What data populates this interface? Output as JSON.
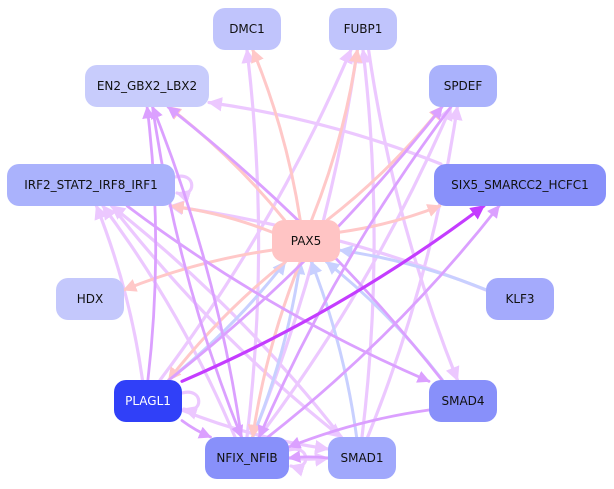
{
  "title": "Regulatory network",
  "colors": {
    "edge_pax5": "#ffc8c8",
    "edge_light": "#ecc8ff",
    "edge_mid": "#dba0ff",
    "edge_strong": "#c43cff",
    "edge_blue": "#c8d0ff",
    "label_dark": "#111111",
    "label_light": "#ffffff"
  },
  "nodes": [
    {
      "id": "DMC1",
      "label": "DMC1",
      "fill": "#c0c4fc"
    },
    {
      "id": "FUBP1",
      "label": "FUBP1",
      "fill": "#c0c4fc"
    },
    {
      "id": "EN2_GBX2_LBX2",
      "label": "EN2_GBX2_LBX2",
      "fill": "#c8ccfc"
    },
    {
      "id": "SPDEF",
      "label": "SPDEF",
      "fill": "#aab2fc"
    },
    {
      "id": "IRF2_STAT2_IRF8_IRF1",
      "label": "IRF2_STAT2_IRF8_IRF1",
      "fill": "#aab2fc"
    },
    {
      "id": "SIX5_SMARCC2_HCFC1",
      "label": "SIX5_SMARCC2_HCFC1",
      "fill": "#8890fa"
    },
    {
      "id": "PAX5",
      "label": "PAX5",
      "fill": "#ffc4c4"
    },
    {
      "id": "HDX",
      "label": "HDX",
      "fill": "#c4c8fc"
    },
    {
      "id": "KLF3",
      "label": "KLF3",
      "fill": "#a4aafc"
    },
    {
      "id": "PLAGL1",
      "label": "PLAGL1",
      "fill": "#3040f8"
    },
    {
      "id": "SMAD4",
      "label": "SMAD4",
      "fill": "#8890fa"
    },
    {
      "id": "NFIX_NFIB",
      "label": "NFIX_NFIB",
      "fill": "#8890fa"
    },
    {
      "id": "SMAD1",
      "label": "SMAD1",
      "fill": "#a0a8fc"
    }
  ],
  "edges": [
    {
      "from": "PAX5",
      "to": "DMC1",
      "kind": "pax5"
    },
    {
      "from": "PAX5",
      "to": "FUBP1",
      "kind": "pax5"
    },
    {
      "from": "PAX5",
      "to": "EN2_GBX2_LBX2",
      "kind": "pax5"
    },
    {
      "from": "PAX5",
      "to": "SPDEF",
      "kind": "pax5"
    },
    {
      "from": "PAX5",
      "to": "IRF2_STAT2_IRF8_IRF1",
      "kind": "pax5"
    },
    {
      "from": "PAX5",
      "to": "SIX5_SMARCC2_HCFC1",
      "kind": "pax5"
    },
    {
      "from": "PAX5",
      "to": "HDX",
      "kind": "pax5"
    },
    {
      "from": "PAX5",
      "to": "PLAGL1",
      "kind": "pax5"
    },
    {
      "from": "PAX5",
      "to": "NFIX_NFIB",
      "kind": "pax5"
    },
    {
      "from": "KLF3",
      "to": "PAX5",
      "kind": "blue"
    },
    {
      "from": "SMAD4",
      "to": "PAX5",
      "kind": "blue"
    },
    {
      "from": "SMAD1",
      "to": "PAX5",
      "kind": "blue"
    },
    {
      "from": "NFIX_NFIB",
      "to": "PAX5",
      "kind": "blue"
    },
    {
      "from": "PLAGL1",
      "to": "PAX5",
      "kind": "blue"
    },
    {
      "from": "PLAGL1",
      "to": "SIX5_SMARCC2_HCFC1",
      "kind": "strong"
    },
    {
      "from": "PLAGL1",
      "to": "SPDEF",
      "kind": "mid"
    },
    {
      "from": "SMAD4",
      "to": "EN2_GBX2_LBX2",
      "kind": "mid"
    },
    {
      "from": "NFIX_NFIB",
      "to": "EN2_GBX2_LBX2",
      "kind": "mid"
    },
    {
      "from": "PLAGL1",
      "to": "EN2_GBX2_LBX2",
      "kind": "mid"
    },
    {
      "from": "SIX5_SMARCC2_HCFC1",
      "to": "EN2_GBX2_LBX2",
      "kind": "light"
    },
    {
      "from": "NFIX_NFIB",
      "to": "DMC1",
      "kind": "light"
    },
    {
      "from": "NFIX_NFIB",
      "to": "FUBP1",
      "kind": "light"
    },
    {
      "from": "SMAD1",
      "to": "FUBP1",
      "kind": "light"
    },
    {
      "from": "PLAGL1",
      "to": "FUBP1",
      "kind": "light"
    },
    {
      "from": "NFIX_NFIB",
      "to": "SPDEF",
      "kind": "light"
    },
    {
      "from": "SMAD1",
      "to": "SPDEF",
      "kind": "light"
    },
    {
      "from": "NFIX_NFIB",
      "to": "IRF2_STAT2_IRF8_IRF1",
      "kind": "light"
    },
    {
      "from": "PLAGL1",
      "to": "IRF2_STAT2_IRF8_IRF1",
      "kind": "light"
    },
    {
      "from": "KLF3",
      "to": "IRF2_STAT2_IRF8_IRF1",
      "kind": "light"
    },
    {
      "from": "SMAD1",
      "to": "IRF2_STAT2_IRF8_IRF1",
      "kind": "light"
    },
    {
      "from": "NFIX_NFIB",
      "to": "SIX5_SMARCC2_HCFC1",
      "kind": "mid"
    },
    {
      "from": "IRF2_STAT2_IRF8_IRF1",
      "to": "SMAD4",
      "kind": "mid"
    },
    {
      "from": "FUBP1",
      "to": "SMAD4",
      "kind": "light"
    },
    {
      "from": "SMAD4",
      "to": "NFIX_NFIB",
      "kind": "mid"
    },
    {
      "from": "IRF2_STAT2_IRF8_IRF1",
      "to": "SMAD1",
      "kind": "light"
    },
    {
      "from": "PLAGL1",
      "to": "SMAD1",
      "kind": "light"
    },
    {
      "from": "SMAD1",
      "to": "NFIX_NFIB",
      "kind": "mid"
    },
    {
      "from": "NFIX_NFIB",
      "to": "SMAD1",
      "kind": "light"
    },
    {
      "from": "PLAGL1",
      "to": "NFIX_NFIB",
      "kind": "mid"
    },
    {
      "from": "SPDEF",
      "to": "NFIX_NFIB",
      "kind": "mid"
    },
    {
      "from": "EN2_GBX2_LBX2",
      "to": "NFIX_NFIB",
      "kind": "mid"
    },
    {
      "from": "PLAGL1",
      "to": "PLAGL1",
      "kind": "light"
    },
    {
      "from": "NFIX_NFIB",
      "to": "NFIX_NFIB",
      "kind": "light"
    },
    {
      "from": "IRF2_STAT2_IRF8_IRF1",
      "to": "IRF2_STAT2_IRF8_IRF1",
      "kind": "light"
    }
  ]
}
